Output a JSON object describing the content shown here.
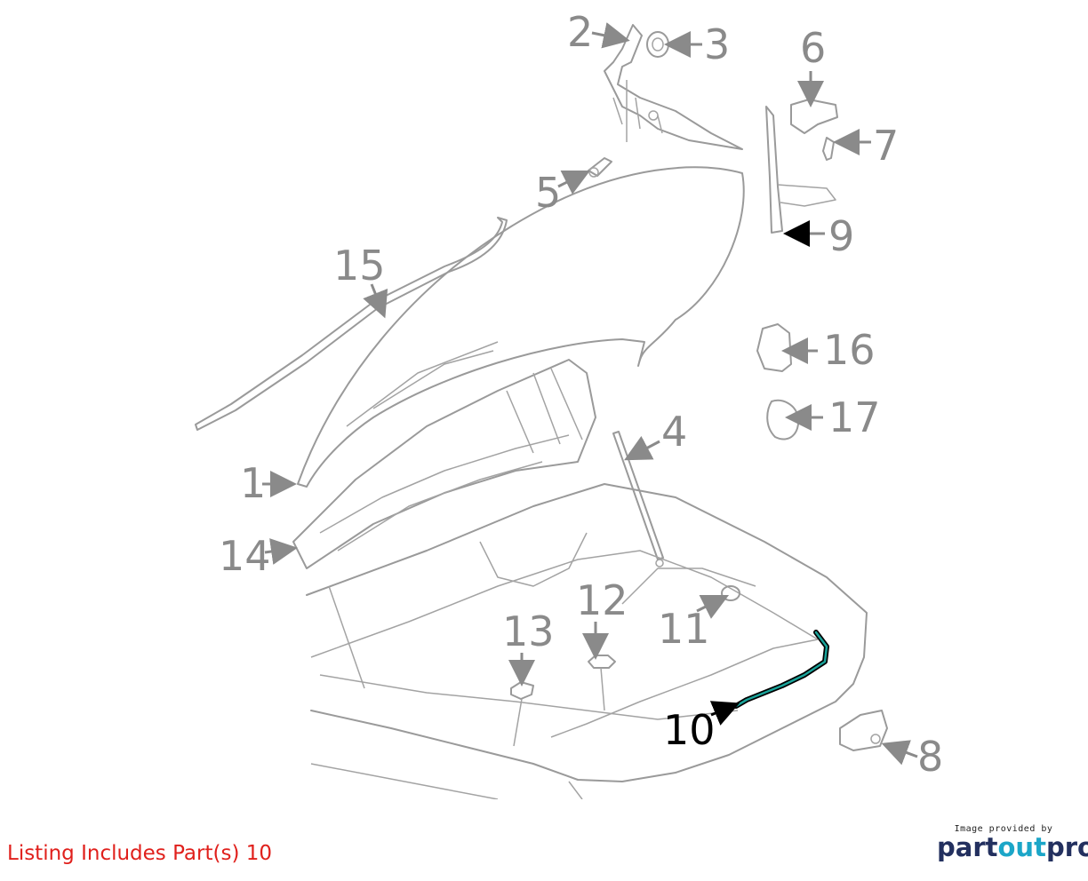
{
  "diagram": {
    "callouts": [
      "1",
      "2",
      "3",
      "4",
      "5",
      "6",
      "7",
      "8",
      "9",
      "10",
      "11",
      "12",
      "13",
      "14",
      "15",
      "16",
      "17"
    ],
    "highlighted_part": "10",
    "highlight_color": "#1aa39a"
  },
  "footer": {
    "listing_text": "Listing Includes Part(s) 10",
    "listing_color": "#e0201c",
    "provided_by": "Image provided by",
    "logo_part1": "part",
    "logo_part2": "out",
    "logo_part3": "pro"
  }
}
